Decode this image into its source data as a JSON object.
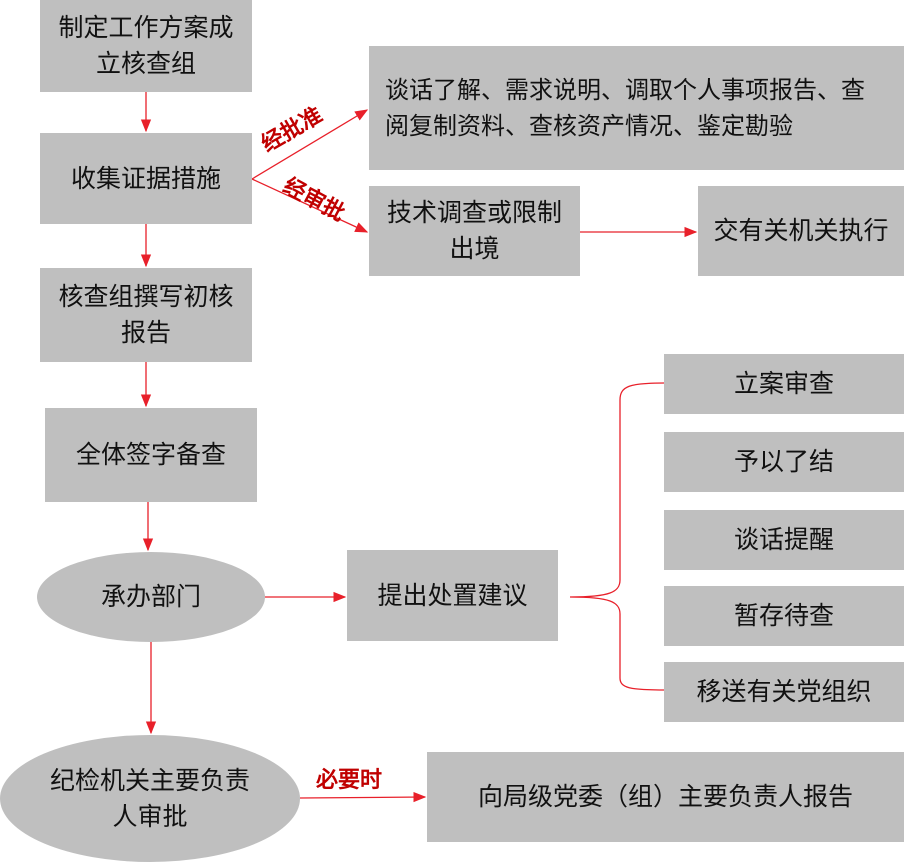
{
  "nodes": {
    "plan": "制定工作方案成立核查组",
    "collect": "收集证据措施",
    "report": "核查组撰写初核报告",
    "sign": "全体签字备查",
    "dept": "承办部门",
    "approve": "纪检机关主要负责人审批",
    "measures": "谈话了解、需求说明、调取个人事项报告、查阅复制资料、查核资产情况、鉴定勘验",
    "tech": "技术调查或限制出境",
    "exec": "交有关机关执行",
    "propose": "提出处置建议",
    "opt1": "立案审查",
    "opt2": "予以了结",
    "opt3": "谈话提醒",
    "opt4": "暂存待查",
    "opt5": "移送有关党组织",
    "party": "向局级党委（组）主要负责人报告"
  },
  "labels": {
    "approved": "经批准",
    "reviewed": "经审批",
    "necessary": "必要时"
  },
  "colors": {
    "box": "#bfbfbf",
    "arrow": "#e8202a",
    "label": "#c00000"
  }
}
